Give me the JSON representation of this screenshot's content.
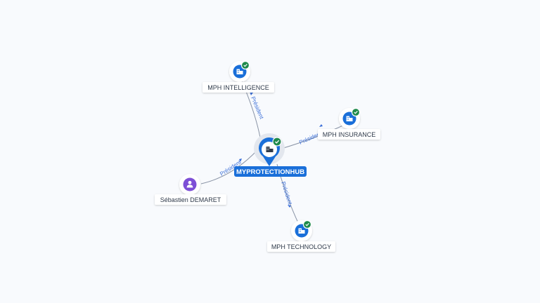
{
  "colors": {
    "company": "#1a6fd9",
    "person": "#7d4fd6",
    "verified": "#1f8a4c",
    "edge_label": "#3b6fd8",
    "center_label_bg": "#1a6fd9"
  },
  "center": {
    "label": "MYPROTECTIONHUB",
    "icon": "building-icon",
    "verified": true
  },
  "nodes": [
    {
      "id": "intelligence",
      "label": "MPH INTELLIGENCE",
      "kind": "company",
      "icon": "building-icon",
      "verified": true,
      "edge_label": "Président"
    },
    {
      "id": "insurance",
      "label": "MPH INSURANCE",
      "kind": "company",
      "icon": "building-icon",
      "verified": true,
      "edge_label": "Président"
    },
    {
      "id": "technology",
      "label": "MPH TECHNOLOGY",
      "kind": "company",
      "icon": "building-icon",
      "verified": true,
      "edge_label": "Président"
    },
    {
      "id": "demaret",
      "label": "Sébastien DEMARET",
      "kind": "person",
      "icon": "person-icon",
      "verified": false,
      "edge_label": "Président"
    }
  ]
}
